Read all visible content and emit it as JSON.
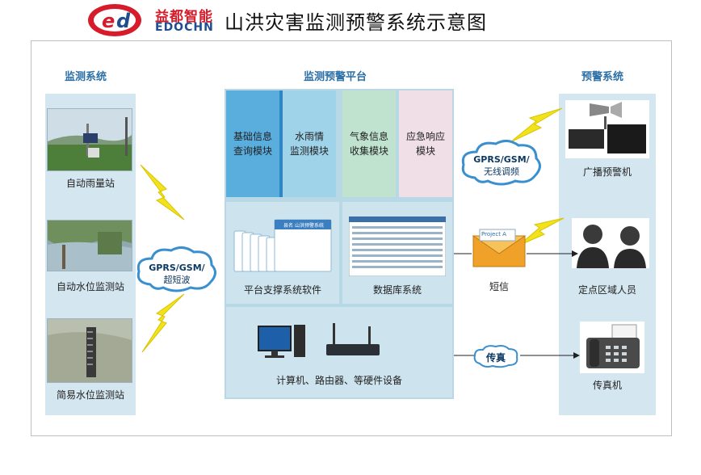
{
  "header": {
    "brand_cn": "益都智能",
    "brand_en": "EDOCHN",
    "title": "山洪灾害监测预警系统示意图"
  },
  "sections": {
    "left": "监测系统",
    "center": "监测预警平台",
    "right": "预警系统"
  },
  "stations": [
    {
      "label": "自动雨量站"
    },
    {
      "label": "自动水位监测站"
    },
    {
      "label": "简易水位监测站"
    }
  ],
  "left_link": {
    "line1": "GPRS/GSM/",
    "line2": "超短波"
  },
  "modules": [
    {
      "line1": "基础信息",
      "line2": "查询模块",
      "color": "#5aaede"
    },
    {
      "line1": "水雨情",
      "line2": "监测模块",
      "color": "#9fd3ea"
    },
    {
      "line1": "气象信息",
      "line2": "收集模块",
      "color": "#bfe3cf"
    },
    {
      "line1": "应急响应",
      "line2": "模块",
      "color": "#f0dfe6"
    }
  ],
  "panels": {
    "software": "平台支撑系统软件",
    "database": "数据库系统",
    "hardware": "计算机、路由器、等硬件设备",
    "software_screen": "县名  山洪预警系统",
    "email_tag": "Project A"
  },
  "channels": {
    "radio": {
      "line1": "GPRS/GSM/",
      "line2": "无线调频"
    },
    "sms": "短信",
    "fax": "传真"
  },
  "receivers": [
    {
      "label": "广播预警机"
    },
    {
      "label": "定点区域人员"
    },
    {
      "label": "传真机"
    }
  ],
  "colors": {
    "brand_red": "#d61c2a",
    "brand_blue": "#1f4d8f",
    "section_title": "#2b6fa6",
    "column_bg": "#d4e6f0",
    "lightning": "#f2e21b"
  }
}
